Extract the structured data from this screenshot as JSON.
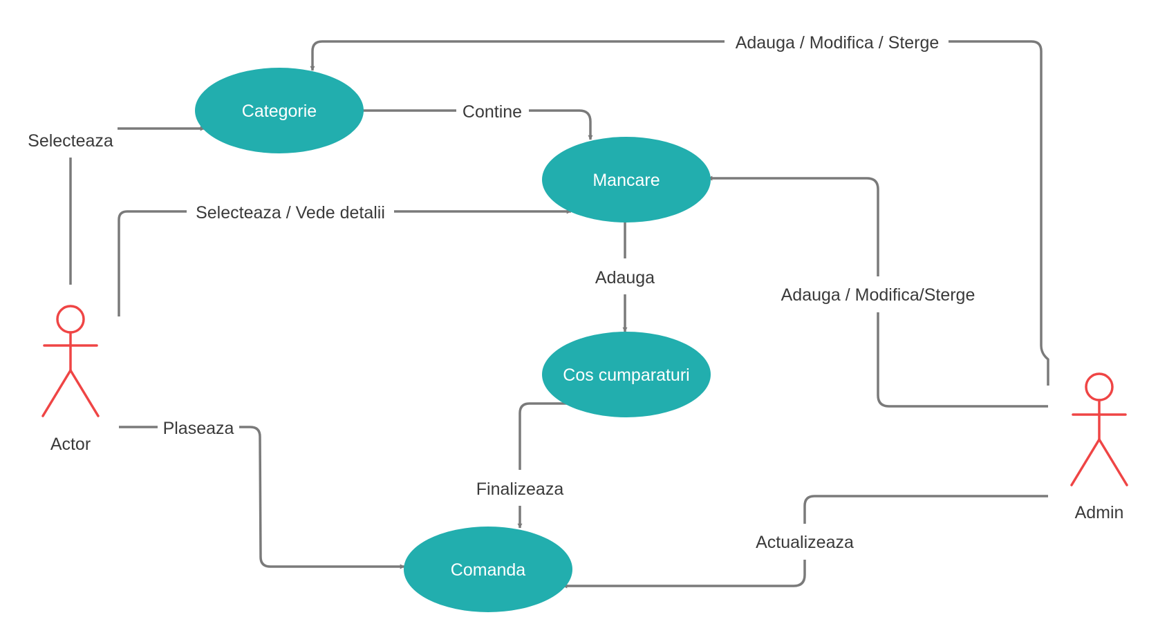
{
  "colors": {
    "use_case_fill": "#22AEAE",
    "use_case_text": "#FFFFFF",
    "edge": "#7A7A7A",
    "edge_label_text": "#3A3A3A",
    "actor": "#EF4545",
    "actor_label_text": "#3A3A3A",
    "background": "#FFFFFF"
  },
  "actors": {
    "actor": {
      "label": "Actor"
    },
    "admin": {
      "label": "Admin"
    }
  },
  "use_cases": {
    "categorie": {
      "label": "Categorie"
    },
    "mancare": {
      "label": "Mancare"
    },
    "cos": {
      "label": "Cos cumparaturi"
    },
    "comanda": {
      "label": "Comanda"
    }
  },
  "relations": {
    "actor_selecteaza_categorie": {
      "from": "Actor",
      "to": "Categorie",
      "label": "Selecteaza"
    },
    "actor_vede_detalii_mancare": {
      "from": "Actor",
      "to": "Mancare",
      "label": "Selecteaza / Vede detalii"
    },
    "actor_plaseaza_comanda": {
      "from": "Actor",
      "to": "Comanda",
      "label": "Plaseaza"
    },
    "categorie_contine_mancare": {
      "from": "Categorie",
      "to": "Mancare",
      "label": "Contine"
    },
    "mancare_adauga_cos": {
      "from": "Mancare",
      "to": "Cos cumparaturi",
      "label": "Adauga"
    },
    "cos_finalizeaza_comanda": {
      "from": "Cos cumparaturi",
      "to": "Comanda",
      "label": "Finalizeaza"
    },
    "admin_crud_categorie": {
      "from": "Admin",
      "to": "Categorie",
      "label": "Adauga / Modifica / Sterge"
    },
    "admin_crud_mancare": {
      "from": "Admin",
      "to": "Mancare",
      "label": "Adauga / Modifica/Sterge"
    },
    "admin_actualizeaza_comanda": {
      "from": "Admin",
      "to": "Comanda",
      "label": "Actualizeaza"
    }
  }
}
